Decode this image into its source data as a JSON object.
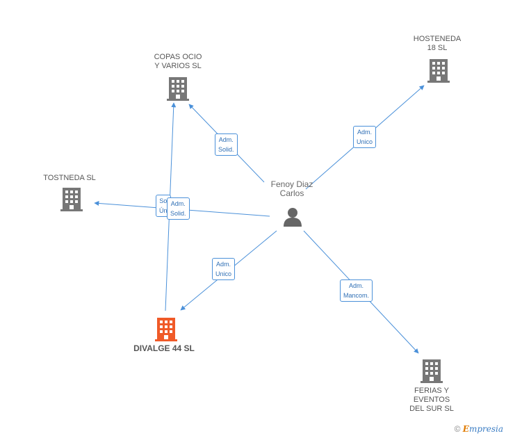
{
  "colors": {
    "edge": "#4a90d9",
    "building_default": "#777777",
    "building_focus": "#f05a28",
    "person": "#666666"
  },
  "person": {
    "name": "Fenoy Diaz\nCarlos",
    "icon": "person-icon"
  },
  "companies": {
    "copas": {
      "name": "COPAS OCIO\nY VARIOS SL",
      "icon": "building-icon"
    },
    "hosteneda": {
      "name": "HOSTENEDA\n18  SL",
      "icon": "building-icon"
    },
    "tostneda": {
      "name": "TOSTNEDA SL",
      "icon": "building-icon"
    },
    "divalge": {
      "name": "DIVALGE 44 SL",
      "icon": "building-icon"
    },
    "ferias": {
      "name": "FERIAS Y\nEVENTOS\nDEL SUR SL",
      "icon": "building-icon"
    }
  },
  "relations": {
    "copas_person": "Adm.\nSolid.",
    "hosteneda_person": "Adm.\nUnico",
    "tostneda_hidden": "So\nÚn",
    "tostneda_person": "Adm.\nSolid.",
    "divalge_person": "Adm.\nUnico",
    "ferias_person": "Adm.\nMancom."
  },
  "footer": {
    "copyright": "©",
    "brand_first": "E",
    "brand_rest": "mpresia"
  }
}
